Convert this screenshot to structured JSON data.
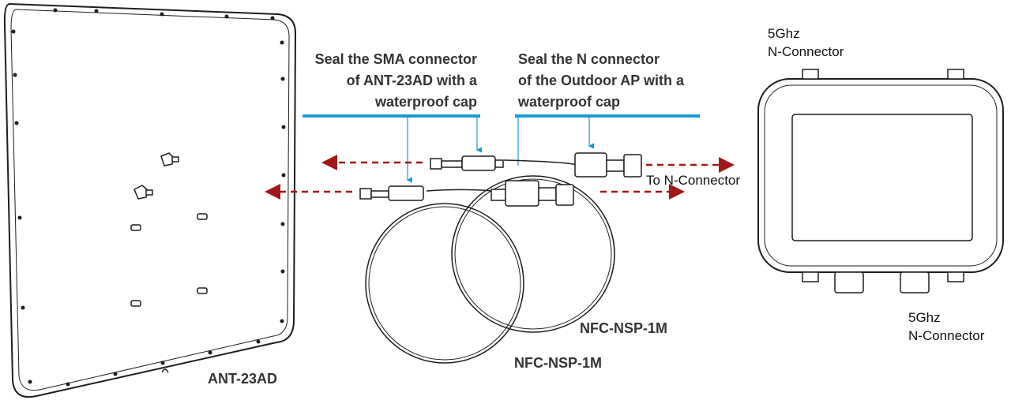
{
  "callouts": {
    "sma": "Seal the SMA connector\nof ANT-23AD with a\nwaterproof cap",
    "n": "Seal the N connector\nof the Outdoor AP with a\nwaterproof cap"
  },
  "labels": {
    "to_n_connector": "To N-Connector",
    "antenna": "ANT-23AD",
    "cable_1": "NFC-NSP-1M",
    "cable_2": "NFC-NSP-1M",
    "ap_top": "5Ghz\nN-Connector",
    "ap_bottom": "5Ghz\nN-Connector"
  },
  "colors": {
    "callout_line": "#1a9ad6",
    "arrow": "#a01818",
    "outline": "#1e1e1e"
  }
}
